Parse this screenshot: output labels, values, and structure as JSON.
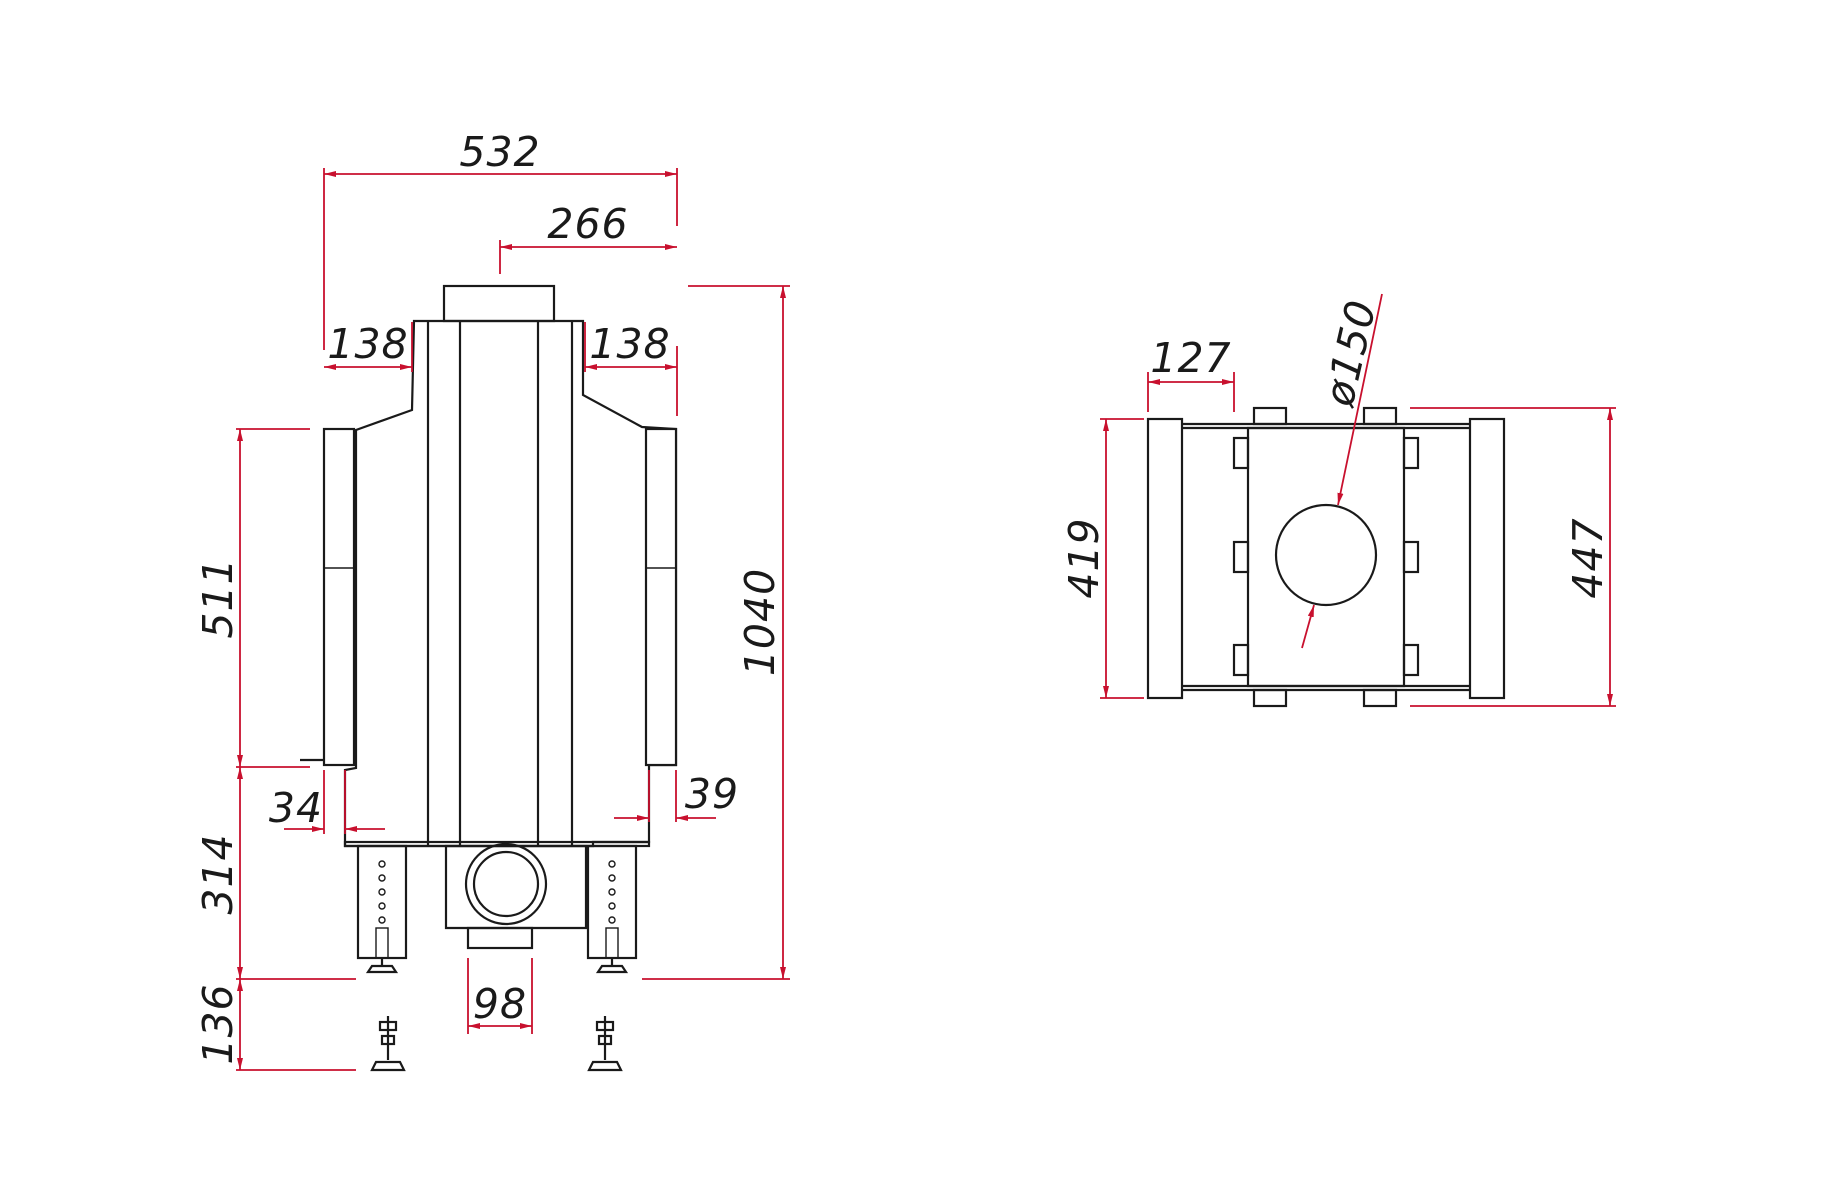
{
  "colors": {
    "outline": "#1a1a1a",
    "dimension": "#c8102e",
    "background": "#ffffff"
  },
  "front_view": {
    "overall_width": "532",
    "half_width": "266",
    "left_side_panel": "138",
    "right_side_panel": "138",
    "glass_height": "511",
    "total_height": "1040",
    "left_offset": "34",
    "right_offset": "39",
    "leg_height": "314",
    "foot_adjust": "136",
    "air_inlet_width": "98"
  },
  "top_view": {
    "panel_width": "127",
    "flue_diameter": "ø150",
    "inner_depth": "419",
    "outer_depth": "447"
  }
}
